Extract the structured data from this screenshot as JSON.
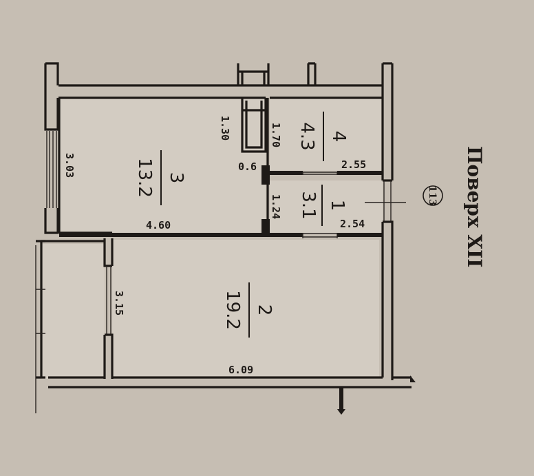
{
  "plan": {
    "floor_label": "Поверх XII",
    "apartment_number": "113",
    "colors": {
      "paper": "#c6beb3",
      "ink": "#1e1a17"
    },
    "rooms": [
      {
        "id": "1",
        "area": "3.1",
        "dims": [
          "2.54",
          "1.24"
        ]
      },
      {
        "id": "2",
        "area": "19.2",
        "dims": [
          "6.09",
          "3.15"
        ]
      },
      {
        "id": "3",
        "area": "13.2",
        "dims": [
          "4.60",
          "3.03",
          "1.30",
          "0.6"
        ]
      },
      {
        "id": "4",
        "area": "4.3",
        "dims": [
          "2.55",
          "1.70"
        ]
      }
    ],
    "dimensions": {
      "room3_length": "4.60",
      "room3_width": "3.03",
      "room3_niche": "1.30",
      "room3_niche_depth": "0.6",
      "room4_length": "2.55",
      "room4_width": "1.70",
      "room1_length": "2.54",
      "room1_width": "1.24",
      "room2_length": "6.09",
      "room2_width": "3.15"
    }
  }
}
